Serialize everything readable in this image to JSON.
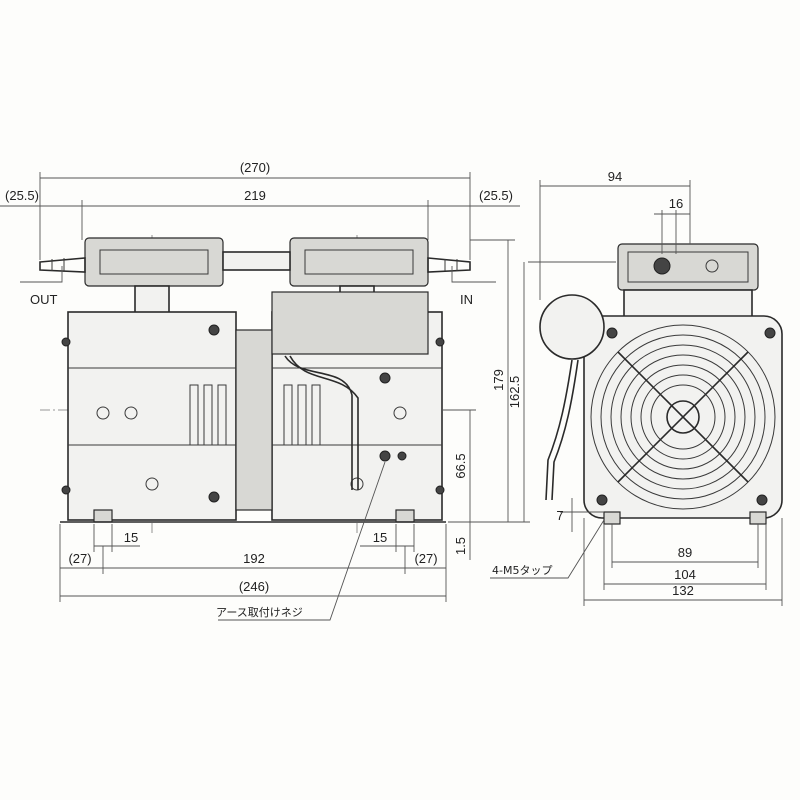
{
  "dimensions": {
    "overall_length": "(270)",
    "port_offset_left": "(25.5)",
    "port_offset_right": "(25.5)",
    "center_span": "219",
    "side_depth": "94",
    "head_offset": "16",
    "total_height": "179",
    "height_to_port": "162.5",
    "center_height": "66.5",
    "foot_width_left": "15",
    "foot_width_right": "15",
    "foot_clearance": "1.5",
    "base_margin_left": "(27)",
    "base_margin_right": "(27)",
    "mount_pitch": "192",
    "base_length": "(246)",
    "foot_height_side": "7",
    "side_mount_pitch": "89",
    "side_foot_span": "104",
    "side_width": "132"
  },
  "labels": {
    "outlet": "OUT",
    "inlet": "IN",
    "mount_tap": "4-M5タップ",
    "ground_screw": "アース取付けネジ"
  }
}
